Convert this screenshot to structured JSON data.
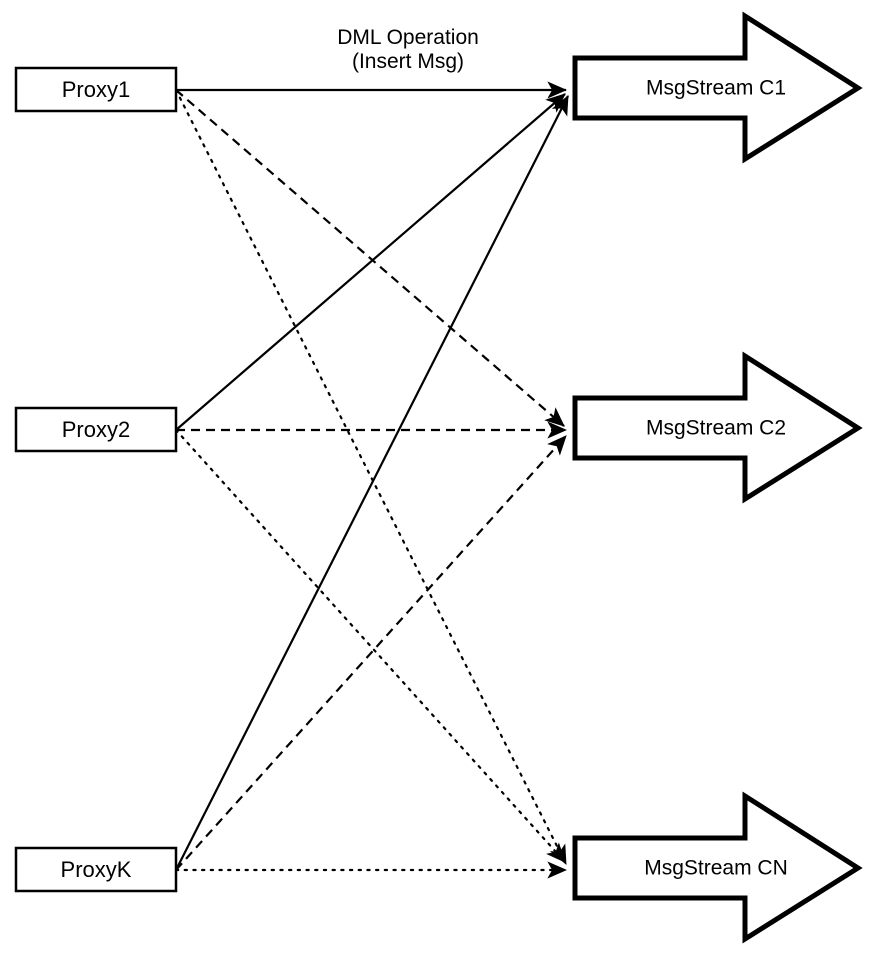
{
  "diagram": {
    "title_label": {
      "line1": "DML Operation",
      "line2": "(Insert Msg)"
    },
    "colors": {
      "background": "#ffffff",
      "stroke": "#000000",
      "fill": "#ffffff"
    },
    "proxies": [
      {
        "id": "proxy1",
        "label": "Proxy1"
      },
      {
        "id": "proxy2",
        "label": "Proxy2"
      },
      {
        "id": "proxyK",
        "label": "ProxyK"
      }
    ],
    "streams": [
      {
        "id": "stream-c1",
        "label": "MsgStream C1"
      },
      {
        "id": "stream-c2",
        "label": "MsgStream C2"
      },
      {
        "id": "stream-cn",
        "label": "MsgStream CN"
      }
    ],
    "connections": [
      {
        "from": "proxy1",
        "to": "stream-c1",
        "style": "solid"
      },
      {
        "from": "proxy1",
        "to": "stream-c2",
        "style": "dashed"
      },
      {
        "from": "proxy1",
        "to": "stream-cn",
        "style": "dotted"
      },
      {
        "from": "proxy2",
        "to": "stream-c1",
        "style": "solid"
      },
      {
        "from": "proxy2",
        "to": "stream-c2",
        "style": "dashed"
      },
      {
        "from": "proxy2",
        "to": "stream-cn",
        "style": "dotted"
      },
      {
        "from": "proxyK",
        "to": "stream-c1",
        "style": "solid"
      },
      {
        "from": "proxyK",
        "to": "stream-c2",
        "style": "dashed"
      },
      {
        "from": "proxyK",
        "to": "stream-cn",
        "style": "dotted"
      }
    ]
  }
}
